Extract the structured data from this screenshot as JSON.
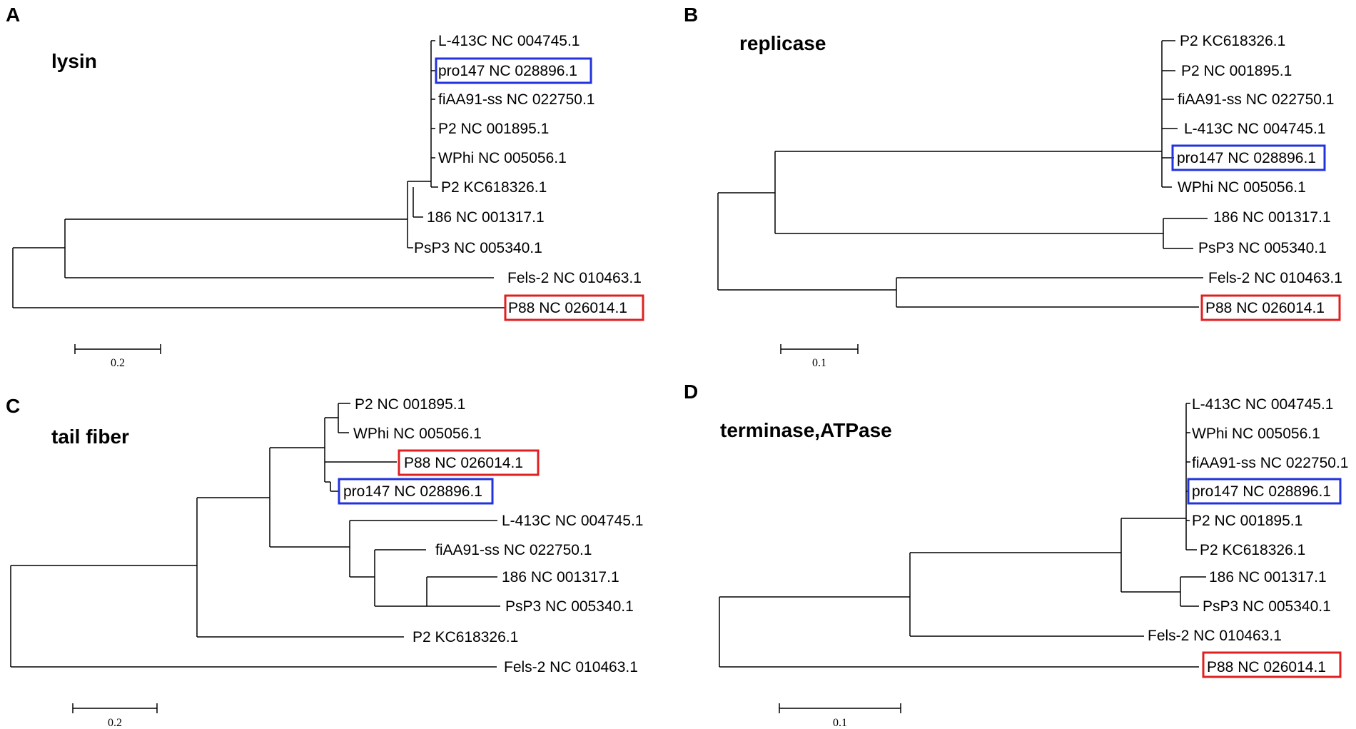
{
  "figure": {
    "highlight_colors": {
      "red": "#e02020",
      "blue": "#2233dd"
    },
    "panels": [
      {
        "letter": "A",
        "title": "lysin",
        "scale_bar_label": "0.2",
        "leaves": [
          {
            "label": "L-413C NC 004745.1",
            "box": null
          },
          {
            "label": "pro147 NC 028896.1",
            "box": "blue"
          },
          {
            "label": "fiAA91-ss NC 022750.1",
            "box": null
          },
          {
            "label": "P2 NC 001895.1",
            "box": null
          },
          {
            "label": "WPhi NC 005056.1",
            "box": null
          },
          {
            "label": "P2 KC618326.1",
            "box": null
          },
          {
            "label": "186 NC 001317.1",
            "box": null
          },
          {
            "label": "PsP3 NC 005340.1",
            "box": null
          },
          {
            "label": "Fels-2 NC 010463.1",
            "box": null
          },
          {
            "label": "P88 NC 026014.1",
            "box": "red"
          }
        ]
      },
      {
        "letter": "B",
        "title": "replicase",
        "scale_bar_label": "0.1",
        "leaves": [
          {
            "label": "P2 KC618326.1",
            "box": null
          },
          {
            "label": "P2 NC 001895.1",
            "box": null
          },
          {
            "label": "fiAA91-ss NC 022750.1",
            "box": null
          },
          {
            "label": "L-413C NC 004745.1",
            "box": null
          },
          {
            "label": "pro147 NC 028896.1",
            "box": "blue"
          },
          {
            "label": "WPhi NC 005056.1",
            "box": null
          },
          {
            "label": "186 NC 001317.1",
            "box": null
          },
          {
            "label": "PsP3 NC 005340.1",
            "box": null
          },
          {
            "label": "Fels-2 NC 010463.1",
            "box": null
          },
          {
            "label": "P88 NC 026014.1",
            "box": "red"
          }
        ]
      },
      {
        "letter": "C",
        "title": "tail fiber",
        "scale_bar_label": "0.2",
        "leaves": [
          {
            "label": "P2 NC 001895.1",
            "box": null
          },
          {
            "label": "WPhi NC 005056.1",
            "box": null
          },
          {
            "label": "P88 NC 026014.1",
            "box": "red"
          },
          {
            "label": "pro147 NC 028896.1",
            "box": "blue"
          },
          {
            "label": "L-413C NC 004745.1",
            "box": null
          },
          {
            "label": "fiAA91-ss NC 022750.1",
            "box": null
          },
          {
            "label": "186 NC 001317.1",
            "box": null
          },
          {
            "label": "PsP3 NC 005340.1",
            "box": null
          },
          {
            "label": "P2 KC618326.1",
            "box": null
          },
          {
            "label": "Fels-2 NC 010463.1",
            "box": null
          }
        ]
      },
      {
        "letter": "D",
        "title": "terminase,ATPase",
        "scale_bar_label": "0.1",
        "leaves": [
          {
            "label": "L-413C NC 004745.1",
            "box": null
          },
          {
            "label": "WPhi NC 005056.1",
            "box": null
          },
          {
            "label": "fiAA91-ss NC 022750.1",
            "box": null
          },
          {
            "label": "pro147 NC 028896.1",
            "box": "blue"
          },
          {
            "label": "P2 NC 001895.1",
            "box": null
          },
          {
            "label": "P2 KC618326.1",
            "box": null
          },
          {
            "label": "186 NC 001317.1",
            "box": null
          },
          {
            "label": "PsP3 NC 005340.1",
            "box": null
          },
          {
            "label": "Fels-2 NC 010463.1",
            "box": null
          },
          {
            "label": "P88 NC 026014.1",
            "box": "red"
          }
        ]
      }
    ]
  }
}
